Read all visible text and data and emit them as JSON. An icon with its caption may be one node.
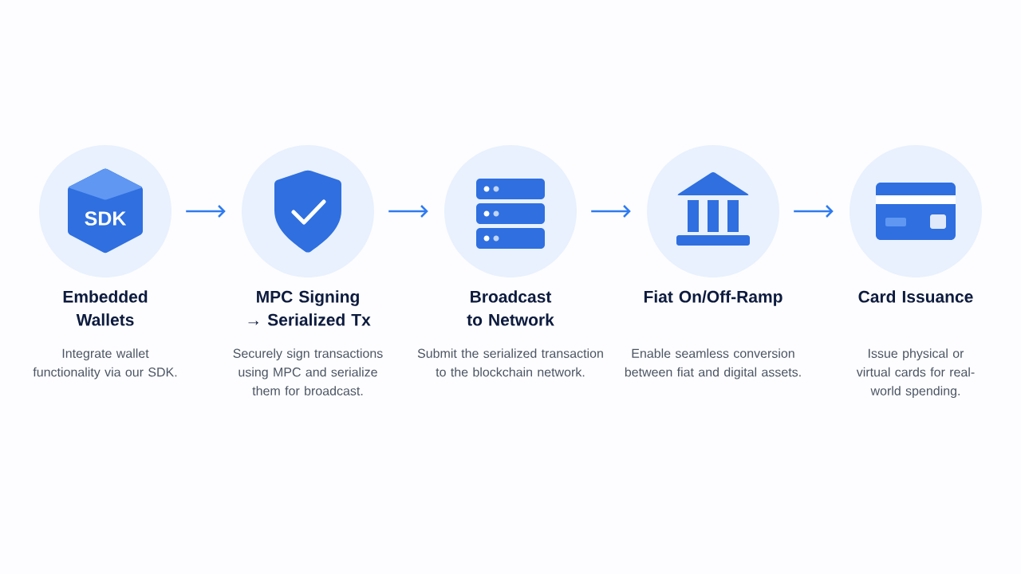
{
  "diagram": {
    "nodes": [
      {
        "text": [
          "Embedded Wallets",
          "Integrate wallet functionality via our SDK."
        ]
      },
      {
        "text": [
          "MPC Signing → Serialized Tx",
          "Securely sign transactions using MPC and serialize them for broadcast."
        ]
      },
      {
        "text": [
          "Broadcast to Network",
          "Submit the serialized transaction to the blockchain network."
        ]
      },
      {
        "text": [
          "Fiat On/Off-Ramp",
          "Enable seamless conversion between fiat and digital assets."
        ]
      },
      {
        "text": [
          "Card Issuance",
          "Issue physical or virtual cards for real-world spending."
        ]
      }
    ],
    "edges": [
      {
        "from": 0,
        "to": 1,
        "arrow": "to"
      },
      {
        "from": 1,
        "to": 2,
        "arrow": "to"
      },
      {
        "from": 2,
        "to": 3,
        "arrow": "to"
      },
      {
        "from": 3,
        "to": 4,
        "arrow": "to"
      }
    ],
    "labels": [
      "SDK"
    ]
  }
}
